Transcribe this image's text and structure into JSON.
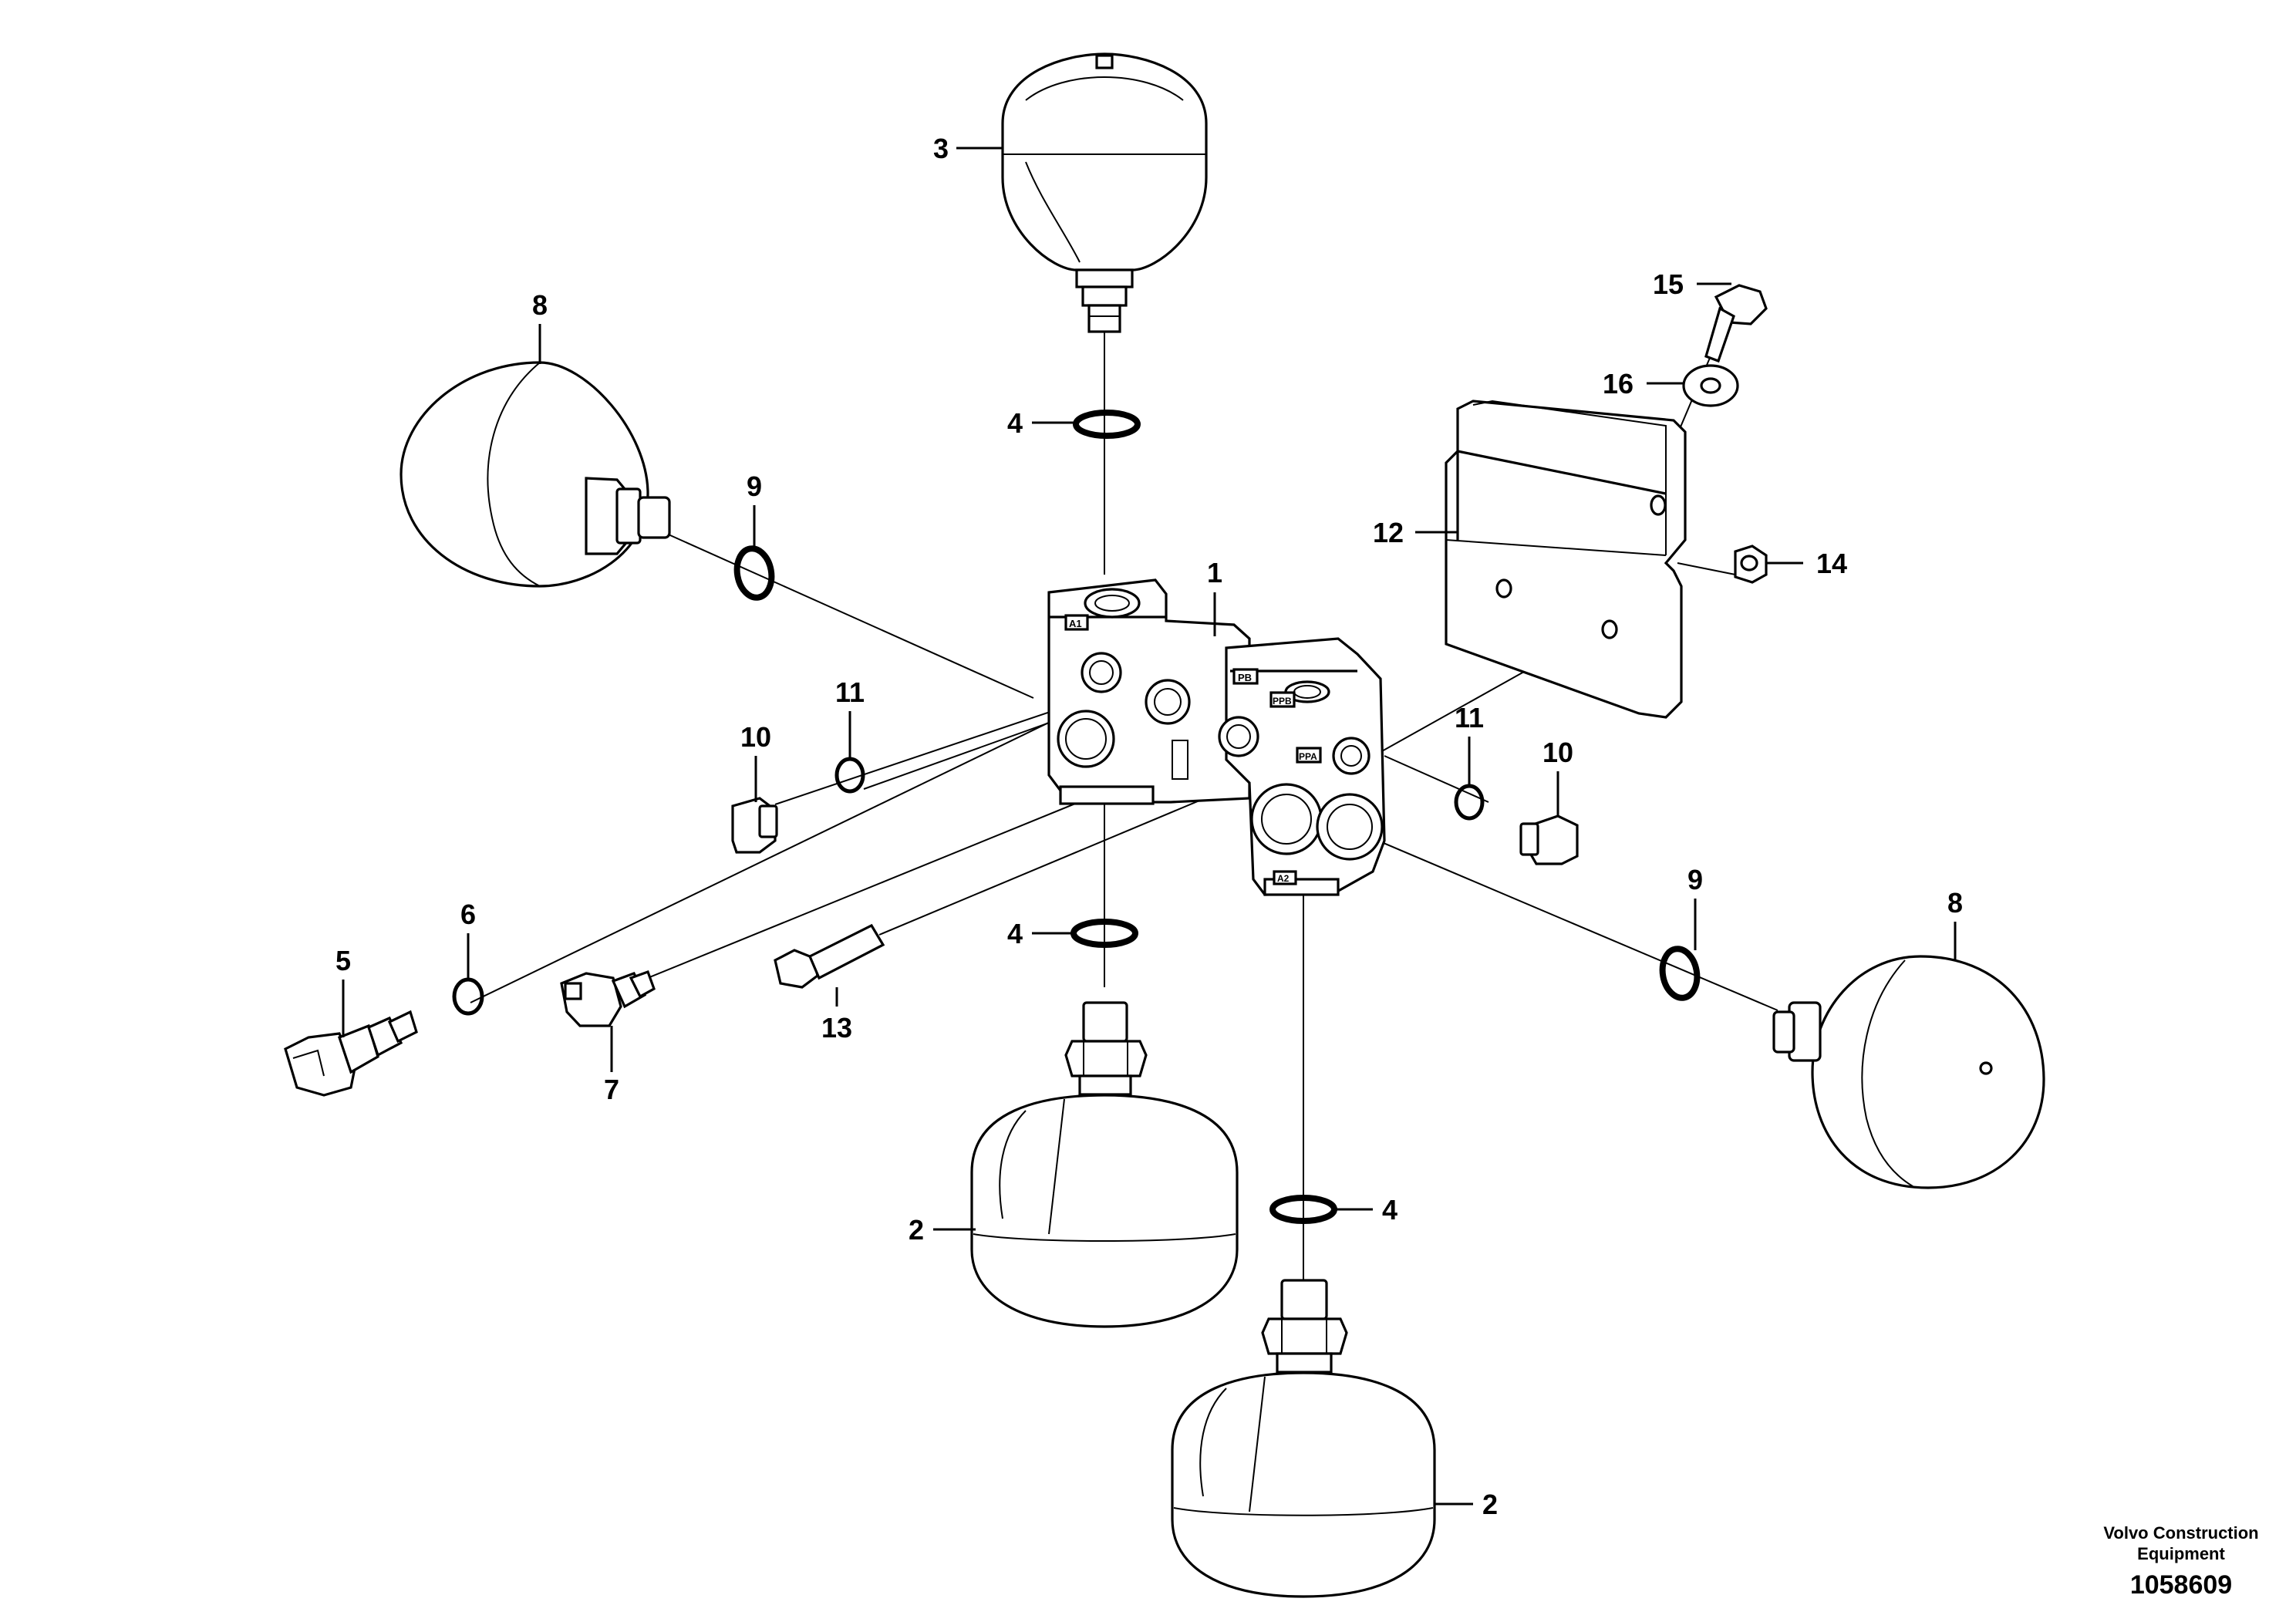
{
  "callouts": {
    "c1": "1",
    "c2a": "2",
    "c2b": "2",
    "c3": "3",
    "c4a": "4",
    "c4b": "4",
    "c4c": "4",
    "c5": "5",
    "c6": "6",
    "c7": "7",
    "c8a": "8",
    "c8b": "8",
    "c9a": "9",
    "c9b": "9",
    "c10a": "10",
    "c10b": "10",
    "c11a": "11",
    "c11b": "11",
    "c12": "12",
    "c13": "13",
    "c14": "14",
    "c15": "15",
    "c16": "16"
  },
  "port_labels": {
    "a1": "A1",
    "pb": "PB",
    "ppb": "PPB",
    "ppa": "PPA",
    "a2": "A2"
  },
  "credit": {
    "line1": "Volvo Construction",
    "line2": "Equipment",
    "drawing_number": "1058609"
  }
}
